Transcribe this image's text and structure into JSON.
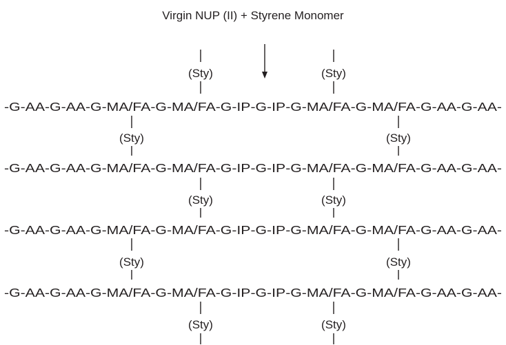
{
  "title": "Virgin NUP (II) + Styrene Monomer",
  "chain_text": "-G-AA-G-AA-G-MA/FA-G-MA/FA-G-IP-G-IP-G-MA/FA-G-MA/FA-G-AA-G-AA-",
  "crosslink_label": "(Sty)",
  "chains": [
    {
      "text": "-G-AA-G-AA-G-MA/FA-G-MA/FA-G-IP-G-IP-G-MA/FA-G-MA/FA-G-AA-G-AA-"
    },
    {
      "text": "-G-AA-G-AA-G-MA/FA-G-MA/FA-G-IP-G-IP-G-MA/FA-G-MA/FA-G-AA-G-AA-"
    },
    {
      "text": "-G-AA-G-AA-G-MA/FA-G-MA/FA-G-IP-G-IP-G-MA/FA-G-MA/FA-G-AA-G-AA-"
    },
    {
      "text": "-G-AA-G-AA-G-MA/FA-G-MA/FA-G-IP-G-IP-G-MA/FA-G-MA/FA-G-AA-G-AA-"
    }
  ],
  "crosslinks": [
    {
      "label": "(Sty)"
    },
    {
      "label": "(Sty)"
    },
    {
      "label": "(Sty)"
    },
    {
      "label": "(Sty)"
    },
    {
      "label": "(Sty)"
    },
    {
      "label": "(Sty)"
    },
    {
      "label": "(Sty)"
    },
    {
      "label": "(Sty)"
    },
    {
      "label": "(Sty)"
    },
    {
      "label": "(Sty)"
    }
  ]
}
